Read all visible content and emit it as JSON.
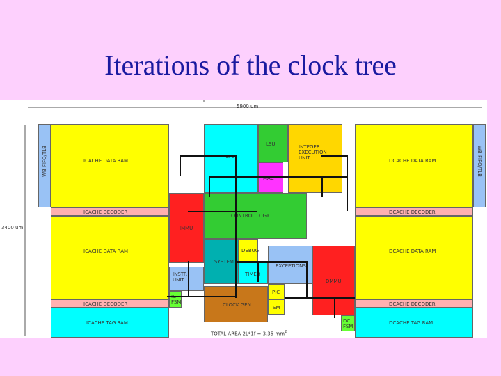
{
  "slide": {
    "title": "Iterations of the clock tree"
  },
  "floorplan": {
    "width_label": "5900 um",
    "height_label": "3400 um",
    "area_label": "TOTAL AREA 2L*1f = 3.35 mm",
    "area_superscript": "2",
    "blocks": {
      "wbuf_left": "WB FIFO/TLB",
      "wbuf_right": "WB FIFO/TLB",
      "icache_data_top": "ICACHE DATA RAM",
      "icache_decoder_top": "ICACHE DECODER",
      "icache_data_mid": "ICACHE DATA RAM",
      "icache_decoder_bot": "ICACHE DECODER",
      "icache_tag": "ICACHE TAG RAM",
      "dcache_data_top": "DCACHE DATA RAM",
      "dcache_decoder_top": "DCACHE DECODER",
      "dcache_data_mid": "DCACHE DATA RAM",
      "dcache_decoder_bot": "DCACHE DECODER",
      "dcache_tag": "DCACHE TAG RAM",
      "cpu": "CP0",
      "lsu": "LSU",
      "mac": "MAC",
      "integer_unit": "INTEGER EXECUTION UNIT",
      "control_logic": "CONTROL LOGIC",
      "immu": "IMMU",
      "system": "SYSTEM",
      "debug": "DEBUG",
      "exceptions": "EXCEPTIONS",
      "timer": "TIMER",
      "instr_unit": "INSTR UNIT",
      "ic_fsm": "IC FSM",
      "clock_gen": "CLOCK GEN",
      "pic": "PIC",
      "sm": "SM",
      "dmmu": "DMMU",
      "dc_fsm": "DC FSM"
    }
  },
  "colors": {
    "yellow": "#ffff00",
    "pink": "#ffb0b0",
    "cyan": "#00ffff",
    "lightblue": "#99c2f5",
    "red": "#ff2020",
    "green": "#33cc33",
    "magenta": "#ff33ff",
    "orange": "#ffd700",
    "teal": "#00b0b0",
    "brown": "#c8771a",
    "brightgreen": "#66ff33"
  }
}
